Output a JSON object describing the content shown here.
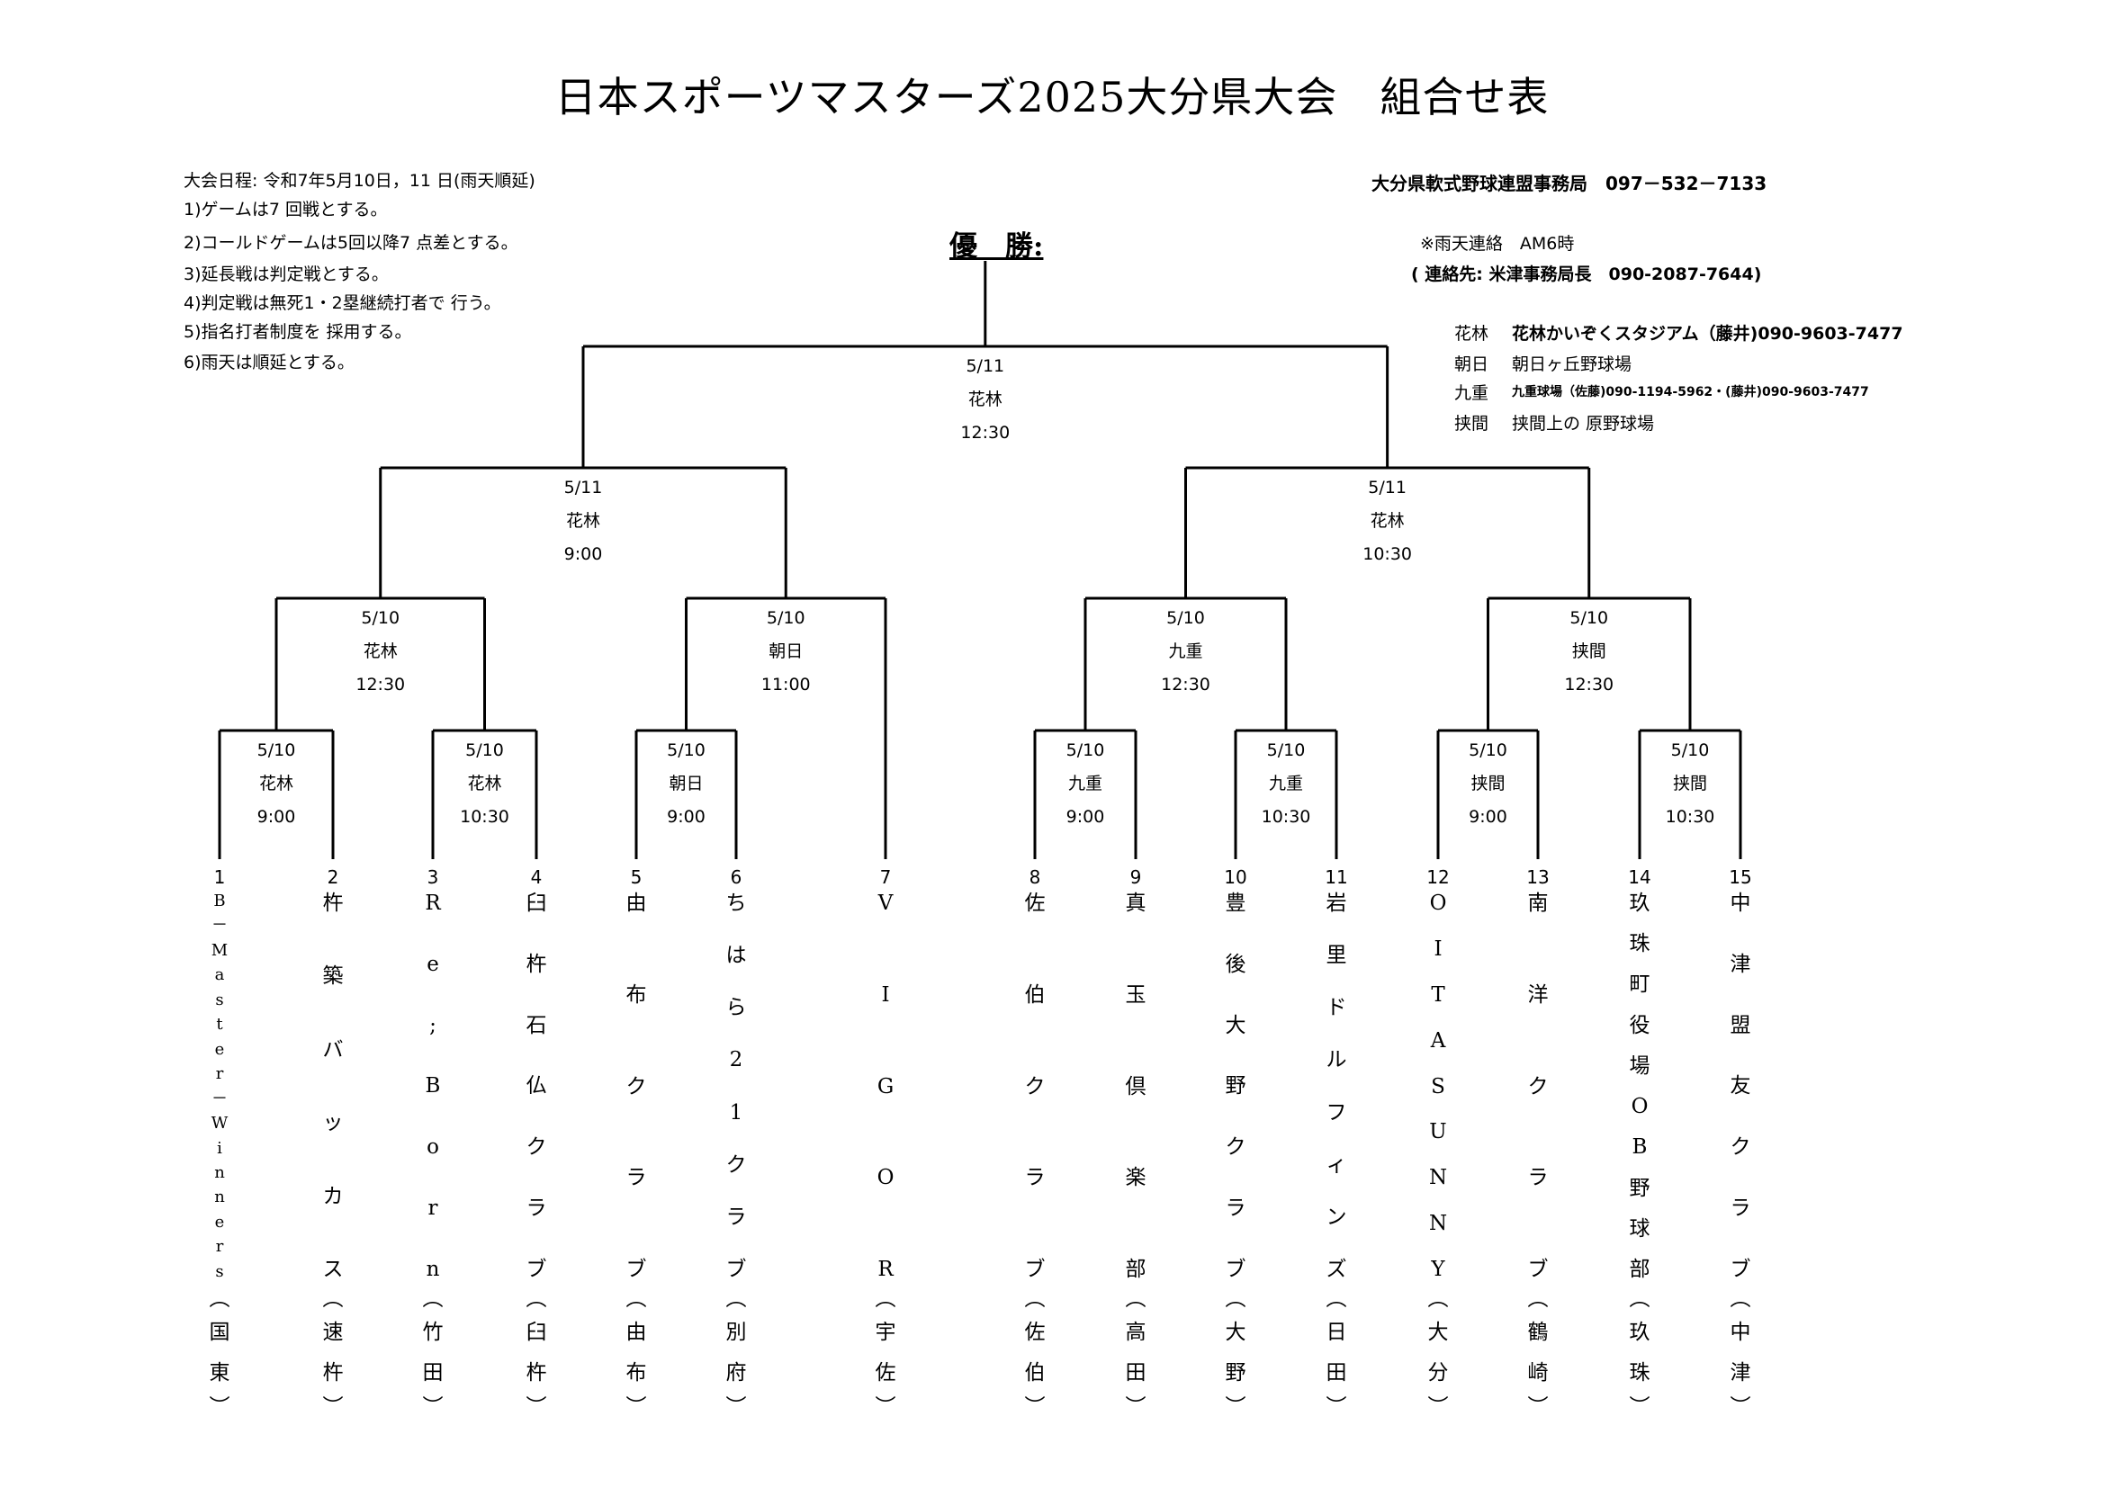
{
  "title": "日本スポーツマスターズ2025大分県大会　組合せ表",
  "schedule": "大会日程: 令和7年5月10日，11 日(雨天順延)",
  "rules": [
    "1)ゲームは7 回戦とする。",
    "2)コールドゲームは5回以降7 点差とする。",
    "3)延長戦は判定戦とする。",
    "4)判定戦は無死1・2塁継続打者で 行う。",
    "5)指名打者制度を 採用する。",
    "6)雨天は順延とする。"
  ],
  "office": "大分県軟式野球連盟事務局　097－532－7133",
  "rain_contact": "※雨天連絡　AM6時",
  "contact_person": "( 連絡先: 米津事務局長　090-2087-7644)",
  "champion_label": "優　勝:",
  "venues": [
    {
      "name": "花林",
      "detail": "花林かいぞくスタジアム（藤井)090-9603-7477"
    },
    {
      "name": "朝日",
      "detail": "朝日ヶ丘野球場"
    },
    {
      "name": "九重",
      "detail": "九重球場（佐藤)090-1194-5962・(藤井)090-9603-7477"
    },
    {
      "name": "挟間",
      "detail": "挟間上の 原野球場"
    }
  ],
  "matches": {
    "r1": [
      {
        "date": "5/10",
        "venue": "花林",
        "time": "9:00"
      },
      {
        "date": "5/10",
        "venue": "花林",
        "time": "10:30"
      },
      {
        "date": "5/10",
        "venue": "朝日",
        "time": "9:00"
      },
      {
        "date": "5/10",
        "venue": "九重",
        "time": "9:00"
      },
      {
        "date": "5/10",
        "venue": "九重",
        "time": "10:30"
      },
      {
        "date": "5/10",
        "venue": "挟間",
        "time": "9:00"
      },
      {
        "date": "5/10",
        "venue": "挟間",
        "time": "10:30"
      }
    ],
    "r2": [
      {
        "date": "5/10",
        "venue": "花林",
        "time": "12:30"
      },
      {
        "date": "5/10",
        "venue": "朝日",
        "time": "11:00"
      },
      {
        "date": "5/10",
        "venue": "九重",
        "time": "12:30"
      },
      {
        "date": "5/10",
        "venue": "挟間",
        "time": "12:30"
      }
    ],
    "sf": [
      {
        "date": "5/11",
        "venue": "花林",
        "time": "9:00"
      },
      {
        "date": "5/11",
        "venue": "花林",
        "time": "10:30"
      }
    ],
    "final": {
      "date": "5/11",
      "venue": "花林",
      "time": "12:30"
    }
  },
  "teams": [
    {
      "no": "1",
      "name": "B－Master－Winners",
      "loc": "（国東）"
    },
    {
      "no": "2",
      "name": "杵築バッカス",
      "loc": "（速杵）"
    },
    {
      "no": "3",
      "name": "Re;Born",
      "loc": "（竹田）"
    },
    {
      "no": "4",
      "name": "臼杵石仏クラブ",
      "loc": "（臼杵）"
    },
    {
      "no": "5",
      "name": "由布クラブ",
      "loc": "（由布）"
    },
    {
      "no": "6",
      "name": "ちはら21クラブ",
      "loc": "（別府）"
    },
    {
      "no": "7",
      "name": "VIGOR",
      "loc": "（宇佐）"
    },
    {
      "no": "8",
      "name": "佐伯クラブ",
      "loc": "（佐伯）"
    },
    {
      "no": "9",
      "name": "真玉倶楽部",
      "loc": "（高田）"
    },
    {
      "no": "10",
      "name": "豊後大野クラブ",
      "loc": "（大野）"
    },
    {
      "no": "11",
      "name": "岩里ドルフィンズ",
      "loc": "（日田）"
    },
    {
      "no": "12",
      "name": "OITA SUNNY",
      "loc": "（大分）"
    },
    {
      "no": "13",
      "name": "南洋クラブ",
      "loc": "（鶴崎）"
    },
    {
      "no": "14",
      "name": "玖珠町役場OB野球部",
      "loc": "（玖珠）"
    },
    {
      "no": "15",
      "name": "中津盟友クラブ",
      "loc": "（中津）"
    }
  ]
}
